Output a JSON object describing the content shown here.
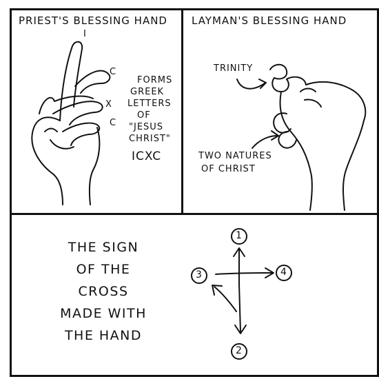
{
  "panels": {
    "priest": {
      "title": "PRIEST'S BLESSING HAND",
      "finger_letters": [
        "I",
        "C",
        "X",
        "C"
      ],
      "caption_lines": [
        "FORMS",
        "GREEK",
        "LETTERS",
        "OF",
        "\"JESUS",
        "CHRIST\""
      ],
      "greek_letters": "ICXC"
    },
    "layman": {
      "title": "LAYMAN'S BLESSING HAND",
      "label_top": "TRINITY",
      "label_bottom_lines": [
        "TWO NATURES",
        "OF CHRIST"
      ]
    },
    "cross": {
      "caption_lines": [
        "THE SIGN",
        "OF THE",
        "CROSS",
        "MADE WITH",
        "THE HAND"
      ],
      "points": [
        "1",
        "2",
        "3",
        "4"
      ]
    }
  }
}
